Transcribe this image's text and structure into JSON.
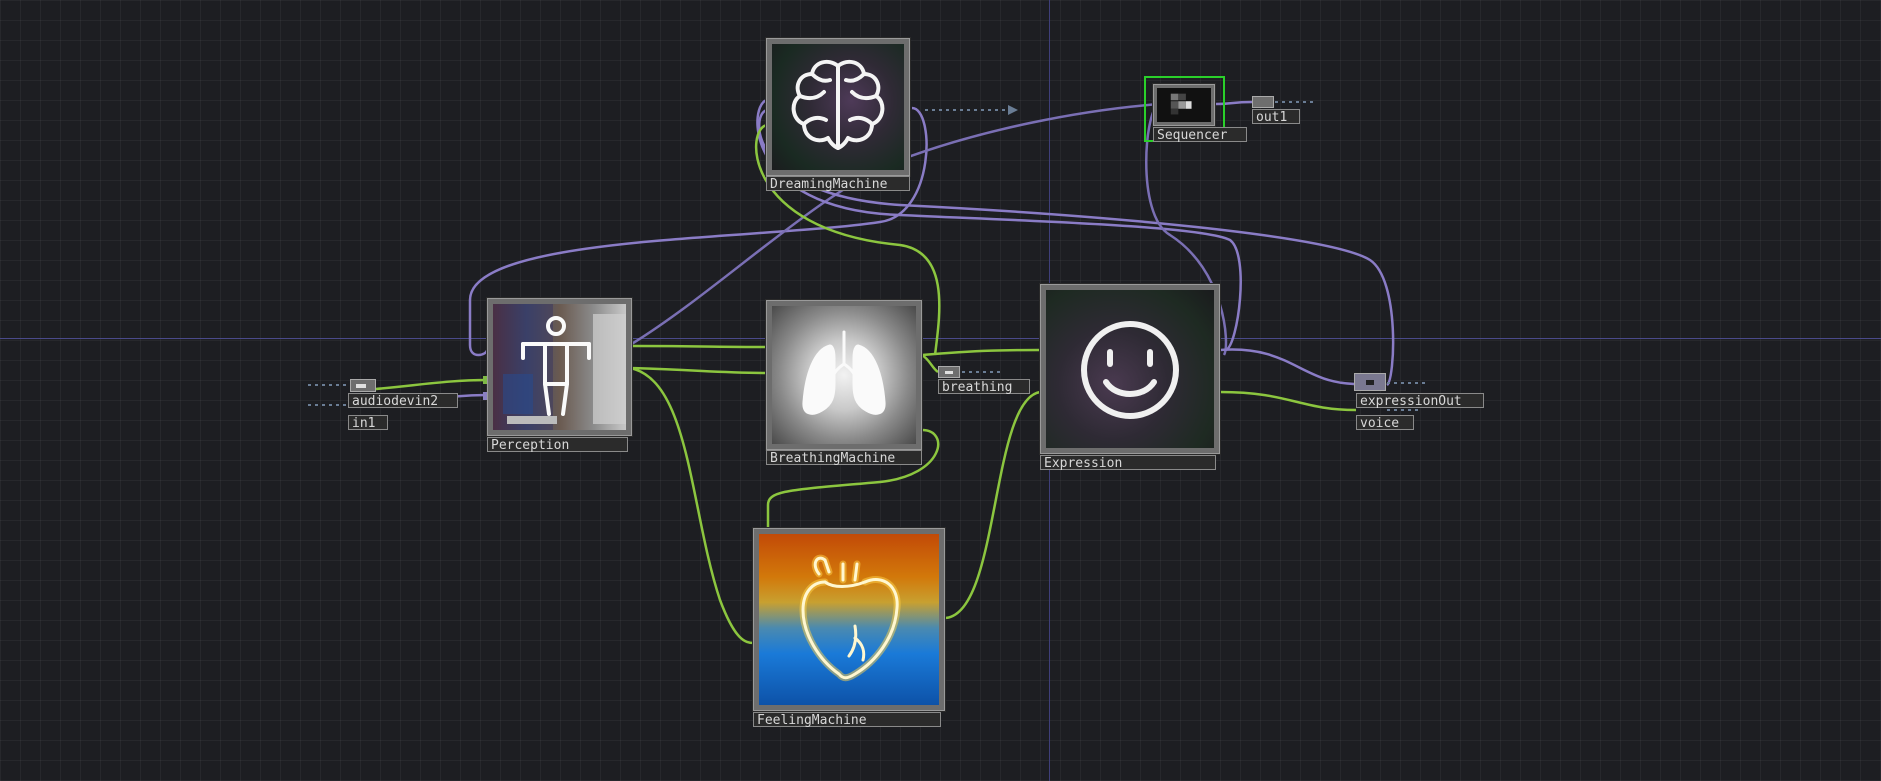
{
  "network": {
    "nodes": {
      "dreaming": {
        "label": "DreamingMachine",
        "icon": "brain-icon"
      },
      "sequencer": {
        "label": "Sequencer",
        "icon": "sequencer-icon"
      },
      "out1": {
        "label": "out1"
      },
      "perception": {
        "label": "Perception",
        "icon": "body-pose-icon"
      },
      "breathing": {
        "label": "BreathingMachine",
        "icon": "lungs-icon"
      },
      "expression": {
        "label": "Expression",
        "icon": "smiley-face-icon"
      },
      "feeling": {
        "label": "FeelingMachine",
        "icon": "heart-icon"
      },
      "audiodevin": {
        "label": "audiodevin2"
      },
      "in1": {
        "label": "in1"
      },
      "breathing_out": {
        "label": "breathing"
      },
      "expression_out": {
        "label": "expressionOut"
      },
      "voice": {
        "label": "voice"
      }
    },
    "colors": {
      "background": "#1d1e22",
      "wire_green": "#8cc63f",
      "wire_purple": "#8878c0",
      "selection": "#2ad02a"
    }
  }
}
